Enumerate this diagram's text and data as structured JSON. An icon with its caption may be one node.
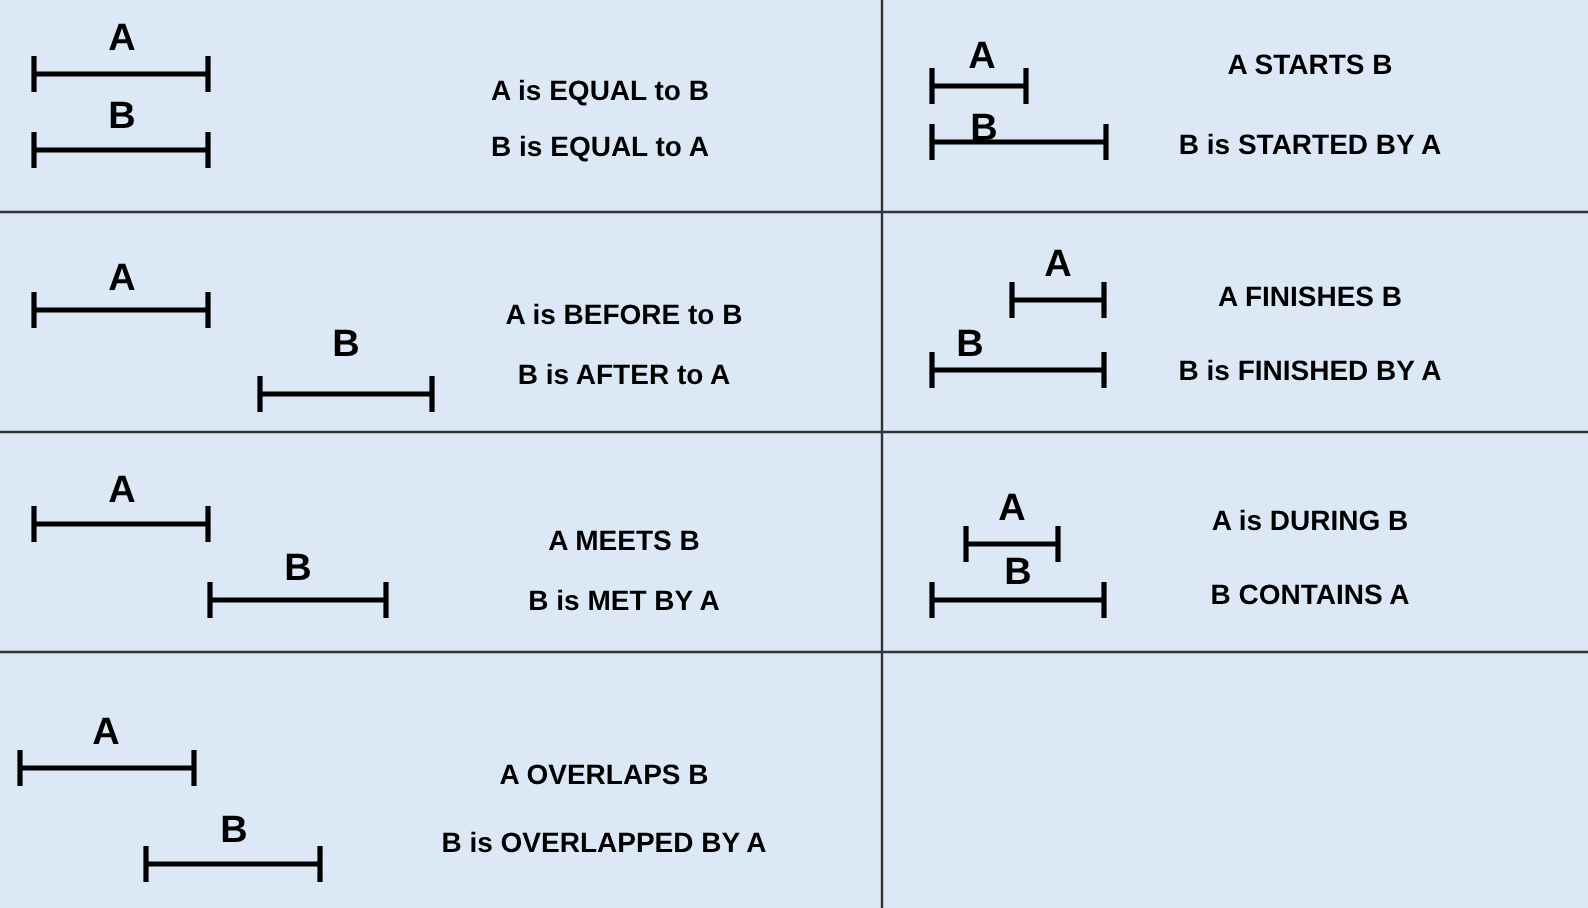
{
  "diagram": {
    "labels": [
      "A",
      "B",
      "A is EQUAL to B",
      "B is EQUAL to A",
      "A",
      "B",
      "A STARTS B",
      "B is STARTED BY A",
      "A",
      "B",
      "A is BEFORE to B",
      "B is AFTER to A",
      "A",
      "B",
      "A FINISHES B",
      "B is FINISHED BY A",
      "A",
      "B",
      "A MEETS B",
      "B is MET BY A",
      "A",
      "B",
      "A is DURING B",
      "B CONTAINS A",
      "A",
      "B",
      "A OVERLAPS B",
      "B is OVERLAPPED BY A"
    ]
  }
}
